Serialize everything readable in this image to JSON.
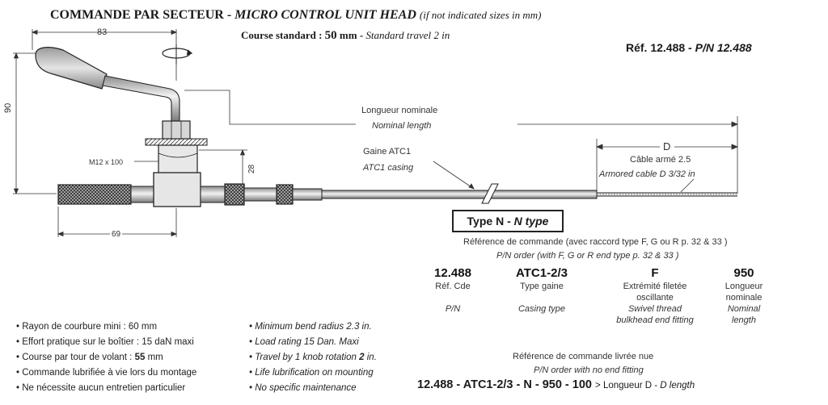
{
  "header": {
    "title_fr": "COMMANDE PAR SECTEUR -",
    "title_en": "MICRO CONTROL UNIT HEAD",
    "title_note": "(if not indicated sizes in mm)",
    "course_label": "Course standard :",
    "course_value": "50",
    "course_unit": "mm -",
    "course_en": "Standard travel 2 in",
    "ref_fr": "Réf. 12.488 -",
    "ref_en": "P/N 12.488"
  },
  "diagram": {
    "dim_width": "83",
    "dim_height": "90",
    "dim_thread": "M12 x 100",
    "dim_28": "28",
    "dim_69": "69",
    "dim_D": "D",
    "nominal_length_fr": "Longueur nominale",
    "nominal_length_en": "Nominal length",
    "casing_fr": "Gaine ATC1",
    "casing_en": "ATC1 casing",
    "cable_fr": "Câble armé 2.5",
    "cable_en": "Armored cable D 3/32 in",
    "type_fr": "Type N -",
    "type_en": "N type"
  },
  "order": {
    "line_fr": "Référence de commande (avec raccord type F, G ou R p. 32 & 33 )",
    "line_en": "P/N order (with F, G or R end type p. 32 & 33 )",
    "columns": [
      {
        "code": "12.488",
        "fr": "Réf. Cde",
        "en": "P/N"
      },
      {
        "code": "ATC1-2/3",
        "fr": "Type gaine",
        "en": "Casing type"
      },
      {
        "code": "F",
        "fr1": "Extrémité filetée",
        "fr2": "oscillante",
        "en1": "Swivel thread",
        "en2": "bulkhead end fitting"
      },
      {
        "code": "950",
        "fr1": "Longueur",
        "fr2": "nominale",
        "en1": "Nominal",
        "en2": "length"
      }
    ],
    "bare_fr": "Référence de commande livrée nue",
    "bare_en": "P/N order with no end fitting",
    "bare_code": "12.488 - ATC1-2/3 - N - 950 - 100",
    "bare_note_fr": "> Longueur D -",
    "bare_note_en": "D length"
  },
  "specs": {
    "fr": [
      "• Rayon de courbure mini : 60 mm",
      "• Effort pratique sur le boîtier : 15 daN maxi",
      "• Course par tour de volant : ",
      "• Commande lubrifiée à vie lors du montage",
      "• Ne nécessite aucun entretien particulier"
    ],
    "fr_bold_value": "55",
    "fr_bold_unit": " mm",
    "en": [
      "• Minimum bend radius 2.3 in.",
      "• Load rating 15 Dan. Maxi",
      "• Travel by 1 knob rotation ",
      "• Life lubrification on mounting",
      "• No specific maintenance"
    ],
    "en_bold_value": "2",
    "en_bold_unit": " in."
  }
}
